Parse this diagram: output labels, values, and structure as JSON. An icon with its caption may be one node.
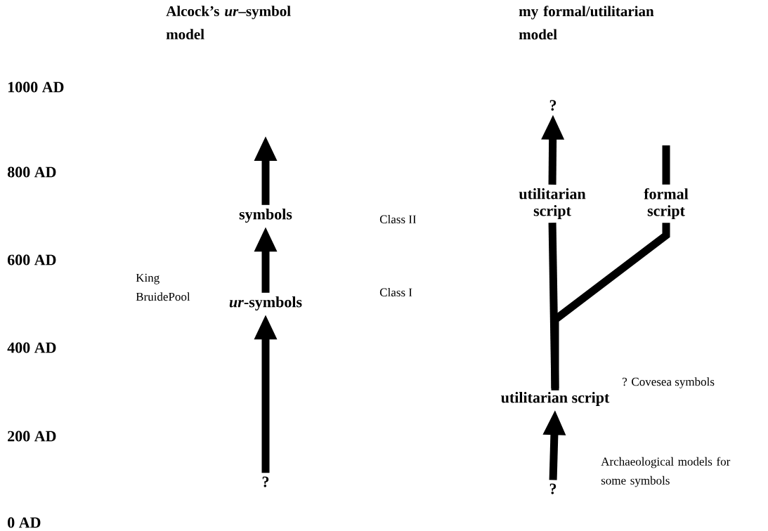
{
  "diagram": {
    "nodes": [
      {
        "text": [
          "?"
        ]
      },
      {
        "text": [
          "*ur*-symbols"
        ]
      },
      {
        "text": [
          "symbols"
        ]
      },
      {
        "text": [
          "?"
        ]
      },
      {
        "text": [
          "utilitarian script"
        ]
      },
      {
        "text": [
          "formal script"
        ]
      },
      {
        "text": [
          "utilitarian script"
        ]
      },
      {
        "text": [
          "?"
        ]
      }
    ],
    "edges": [
      {
        "from": 0,
        "to": 1,
        "arrow": "to"
      },
      {
        "from": 1,
        "to": 2,
        "arrow": "to"
      },
      {
        "from": 2,
        "to": null,
        "arrow": "to"
      },
      {
        "from": 7,
        "to": 6,
        "arrow": "to"
      },
      {
        "from": 6,
        "to": 4,
        "arrow": "none"
      },
      {
        "from": 6,
        "to": 5,
        "arrow": "none"
      },
      {
        "from": 4,
        "to": 3,
        "arrow": "to"
      },
      {
        "from": 5,
        "to": null,
        "arrow": "none"
      }
    ],
    "labels": [
      "Alcock’s *ur*–symbol model",
      "my formal/utilitarian model",
      "1000 AD",
      "800 AD",
      "Class II",
      "600 AD",
      "King BruidePool",
      "Class I",
      "400 AD",
      "? Covesea symbols",
      "200 AD",
      "Archaeological models for some symbols",
      "0 AD"
    ]
  }
}
